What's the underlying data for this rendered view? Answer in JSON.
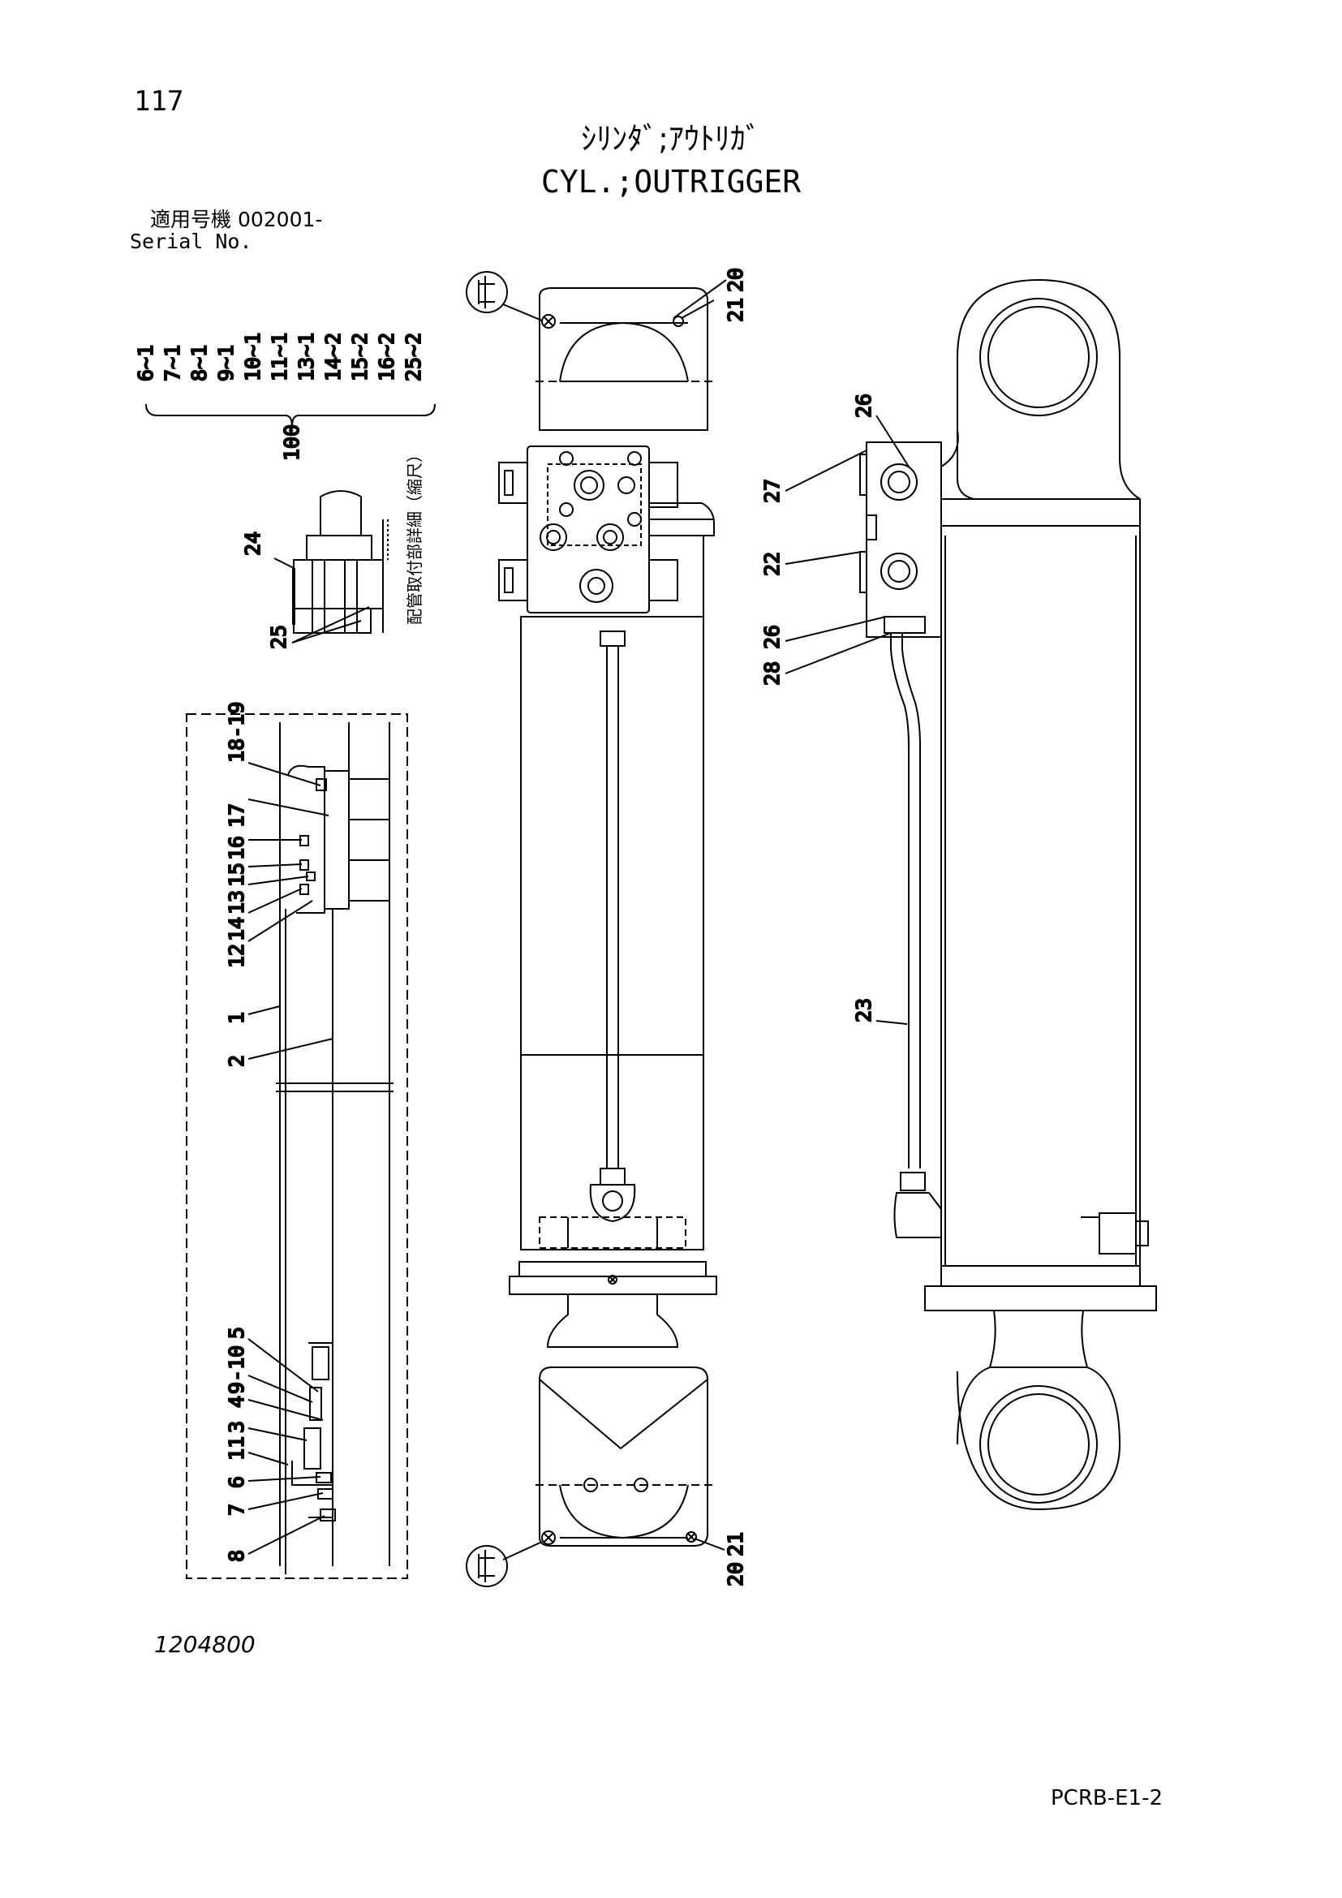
{
  "header": {
    "page_number": "117",
    "title_jp": "ｼﾘﾝﾀﾞ;ｱｳﾄﾘｶﾞ",
    "title_en": "CYL.;OUTRIGGER",
    "serial_label_jp": "適用号機  002001-",
    "serial_label_en": "Serial No."
  },
  "footer": {
    "drawing_number": "1204800",
    "document_code": "PCRB-E1-2"
  },
  "kit": {
    "group_label": "100",
    "items": [
      "6~1",
      "7~1",
      "8~1",
      "9~1",
      "10~1",
      "11~1",
      "13~1",
      "14~2",
      "15~2",
      "16~2",
      "25~2"
    ]
  },
  "callouts": {
    "c24": "24",
    "c25": "25",
    "detail_note": "配管取付部詳細（縮尺）",
    "s18_19": "18-19",
    "s17": "17",
    "s16": "16",
    "s15": "15",
    "s13": "13",
    "s14": "14",
    "s12": "12",
    "s1": "1",
    "s2": "2",
    "s5": "5",
    "s9_10": "9-10",
    "s4": "4",
    "s3": "3",
    "s11": "11",
    "s6": "6",
    "s7": "7",
    "s8": "8",
    "top21": "21",
    "top20": "20",
    "bot20": "20",
    "bot21": "21",
    "r26a": "26",
    "r27": "27",
    "r22": "22",
    "r28": "28",
    "r26b": "26",
    "r23": "23"
  }
}
